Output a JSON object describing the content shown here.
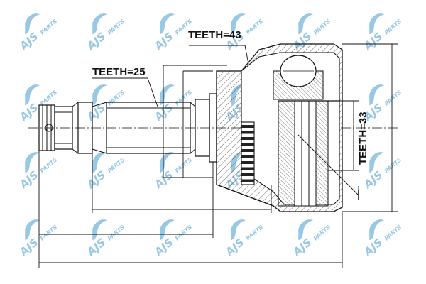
{
  "labels": {
    "teeth_outer_spline": "TEETH=43",
    "teeth_inner_spline": "TEETH=25",
    "teeth_abs_ring": "TEETH=33"
  },
  "watermark": {
    "brand": "AJS",
    "suffix": "PARTS",
    "icon": "swoosh-logo-icon",
    "color": "#8fc3e3"
  },
  "colors": {
    "line": "#111111",
    "hatch": "#333333",
    "background": "#ffffff"
  }
}
